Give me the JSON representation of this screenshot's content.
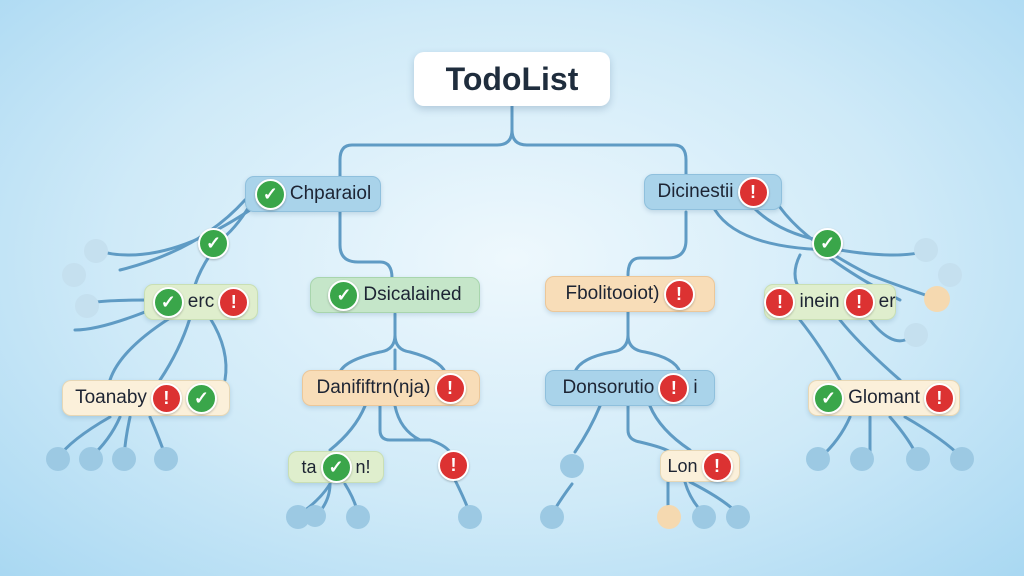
{
  "diagram": {
    "title": "TodoList",
    "nodes": {
      "branch_left": "Chparaiol",
      "branch_right": "Dicinestii",
      "mid_left": "Dsicalained",
      "mid_right": "Fbolitooiot)",
      "left_outer": "erc",
      "right_outer": "inein",
      "right_outer_tail": "er",
      "low_left": "Toanaby",
      "low_midleft": "Danififtrn(nja)",
      "low_midright": "Donsorutio",
      "low_midright_tail": "i",
      "low_right": "Glomant",
      "leaf_left_a": "ta",
      "leaf_left_b": "n!",
      "leaf_right": "Lon"
    },
    "icons": {
      "check": "check-icon",
      "alert": "alert-icon"
    },
    "colors": {
      "wire": "#5f9bc4",
      "check": "#3aa64a",
      "alert": "#dc3232",
      "node_blue": "#a9d3ea",
      "node_green": "#c5e6c9",
      "node_peach": "#f8ddb8",
      "node_cream": "#fbf0da"
    }
  }
}
